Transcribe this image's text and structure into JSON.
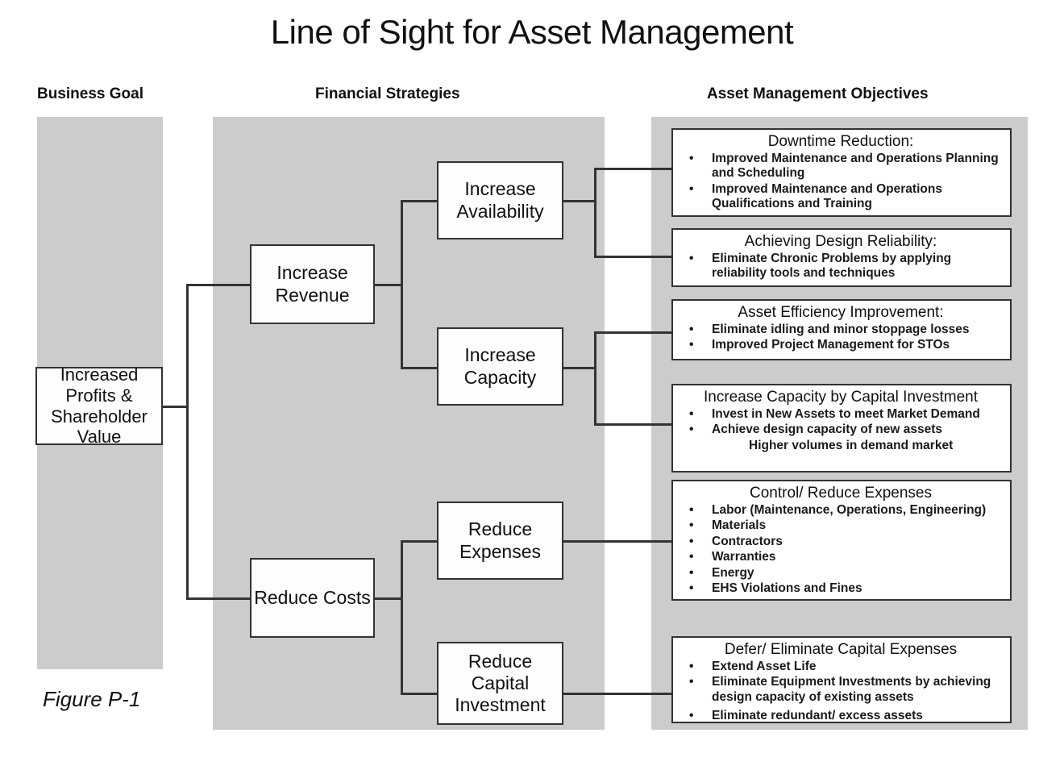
{
  "title": "Line of Sight for Asset Management",
  "caption": "Figure P-1",
  "columns": {
    "business_goal": "Business Goal",
    "financial_strategies": "Financial Strategies",
    "asset_management_objectives": "Asset Management Objectives"
  },
  "colors": {
    "band": "#cccccc",
    "box_border": "#333333",
    "box_fill": "#ffffff",
    "page_background": "#ffffff",
    "text": "#111111"
  },
  "goal": {
    "label": "Increased Profits & Shareholder Value",
    "line1": "Increased",
    "line2": "Profits &",
    "line3": "Shareholder",
    "line4": "Value"
  },
  "strategies": [
    {
      "id": "increase-revenue",
      "label": "Increase Revenue"
    },
    {
      "id": "increase-availability",
      "label": "Increase Availability"
    },
    {
      "id": "increase-capacity",
      "label": "Increase Capacity"
    },
    {
      "id": "reduce-costs",
      "label": "Reduce Costs"
    },
    {
      "id": "reduce-expenses",
      "label": "Reduce Expenses"
    },
    {
      "id": "reduce-capital-investment",
      "label": "Reduce Capital Investment"
    }
  ],
  "objectives": [
    {
      "id": "downtime-reduction",
      "title": "Downtime Reduction:",
      "items": [
        {
          "text": "Improved Maintenance and Operations Planning and Scheduling",
          "bullet": true
        },
        {
          "text": "Improved Maintenance and Operations Qualifications and Training",
          "bullet": true
        }
      ]
    },
    {
      "id": "achieving-design-reliability",
      "title": "Achieving Design Reliability:",
      "items": [
        {
          "text": "Eliminate Chronic Problems by applying reliability tools and techniques",
          "bullet": true
        }
      ]
    },
    {
      "id": "asset-efficiency-improvement",
      "title": "Asset Efficiency Improvement:",
      "items": [
        {
          "text": "Eliminate idling and minor stoppage losses",
          "bullet": true
        },
        {
          "text": "Improved Project Management for STOs",
          "bullet": true
        }
      ]
    },
    {
      "id": "increase-capacity-by-capital-investment",
      "title": "Increase Capacity by Capital Investment",
      "items": [
        {
          "text": "Invest in New Assets to meet Market Demand",
          "bullet": true
        },
        {
          "text": "Achieve design capacity of new assets",
          "bullet": true
        },
        {
          "text": "Higher volumes in demand market",
          "bullet": false
        }
      ]
    },
    {
      "id": "control-reduce-expenses",
      "title": "Control/ Reduce Expenses",
      "items": [
        {
          "text": "Labor (Maintenance, Operations, Engineering)",
          "bullet": true
        },
        {
          "text": "Materials",
          "bullet": true
        },
        {
          "text": "Contractors",
          "bullet": true
        },
        {
          "text": "Warranties",
          "bullet": true
        },
        {
          "text": "Energy",
          "bullet": true
        },
        {
          "text": "EHS Violations and Fines",
          "bullet": true
        }
      ]
    },
    {
      "id": "defer-eliminate-capital-expenses",
      "title": "Defer/ Eliminate Capital Expenses",
      "items": [
        {
          "text": "Extend Asset Life",
          "bullet": true
        },
        {
          "text": "Eliminate Equipment Investments by achieving design capacity of existing assets",
          "bullet": true
        },
        {
          "text": "Eliminate redundant/ excess assets",
          "bullet": true
        }
      ]
    }
  ]
}
